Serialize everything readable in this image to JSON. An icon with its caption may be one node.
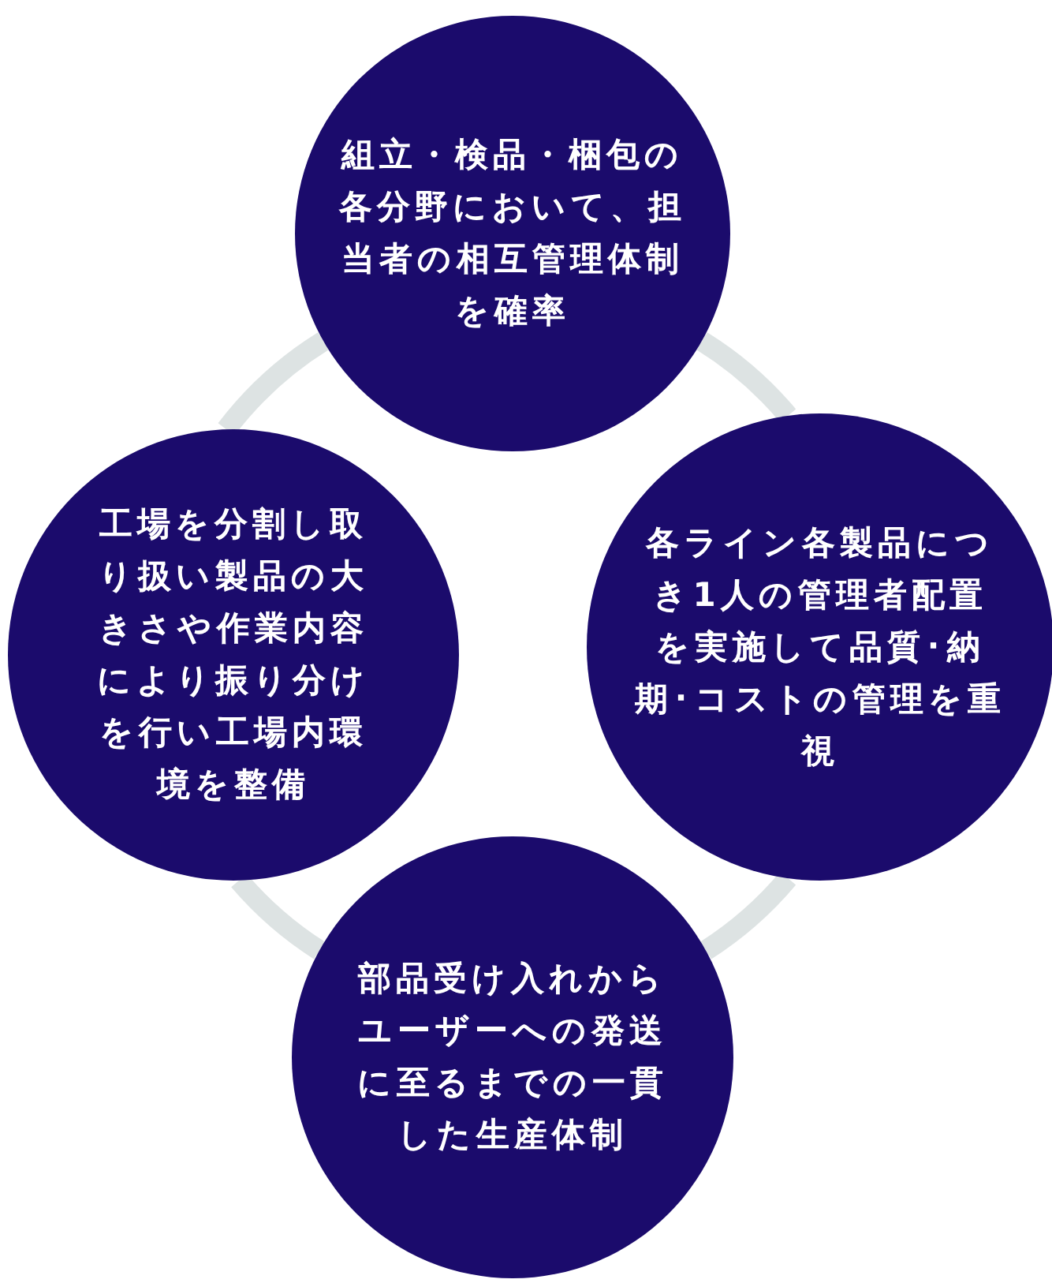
{
  "diagram": {
    "nodes": [
      {
        "text": [
          "組立・検品・梱包の各分野において、担当者の相互管理体制を確率"
        ]
      },
      {
        "text": [
          "工場を分割し取り扱い製品の大きさや作業内容により振り分けを行い工場内環境を整備"
        ]
      },
      {
        "text": [
          "各ライン各製品につき1人の管理者配置を実施して品質･納期･コストの管理を重視"
        ]
      },
      {
        "text": [
          "部品受け入れからユーザーへの発送に至るまでの一貫した生産体制"
        ]
      }
    ],
    "edges": [
      {
        "from": 0,
        "to": 2,
        "arrow": "none"
      },
      {
        "from": 2,
        "to": 3,
        "arrow": "none"
      },
      {
        "from": 3,
        "to": 1,
        "arrow": "none"
      },
      {
        "from": 1,
        "to": 0,
        "arrow": "none"
      }
    ]
  }
}
